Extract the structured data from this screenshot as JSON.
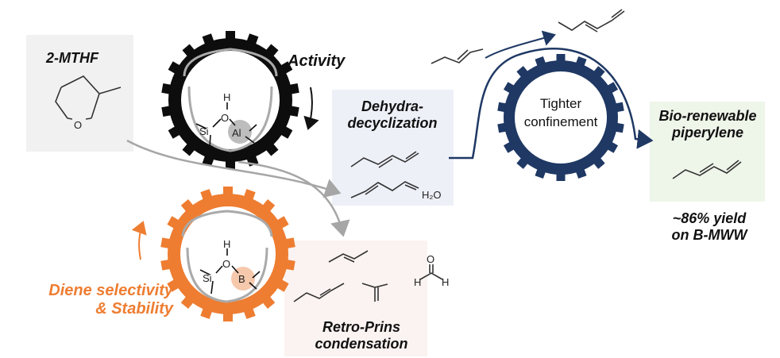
{
  "feed": {
    "label": "2-MTHF",
    "ring_atom": "O"
  },
  "al_ring": {
    "title": "Activity",
    "si": "Si",
    "o": "O",
    "h": "H",
    "metal": "Al"
  },
  "b_ring": {
    "title_line1": "Diene selectivity",
    "title_line2": "& Stability",
    "si": "Si",
    "o": "O",
    "h": "H",
    "metal": "B"
  },
  "dehydra": {
    "line1": "Dehydra-",
    "line2": "decyclization",
    "water": "H₂O"
  },
  "retro": {
    "line1": "Retro-Prins",
    "line2": "condensation",
    "o": "O",
    "h": "H"
  },
  "confinement": {
    "line1": "Tighter",
    "line2": "confinement"
  },
  "product": {
    "line1": "Bio-renewable",
    "line2": "piperylene",
    "yield_line1": "~86% yield",
    "yield_line2": "on B-MWW"
  },
  "colors": {
    "al_ring": "#0d0d0d",
    "b_ring": "#ee7d31",
    "confinement_ring": "#1f3864",
    "feed_bg": "#f1f1f1",
    "dehydra_bg": "#eef0f8",
    "retro_bg": "#fbf3f1",
    "product_bg": "#eef5e9",
    "metal_al": "#bdbdbd",
    "metal_b": "#f6c9ad",
    "arrow_gray": "#a6a6a6"
  }
}
